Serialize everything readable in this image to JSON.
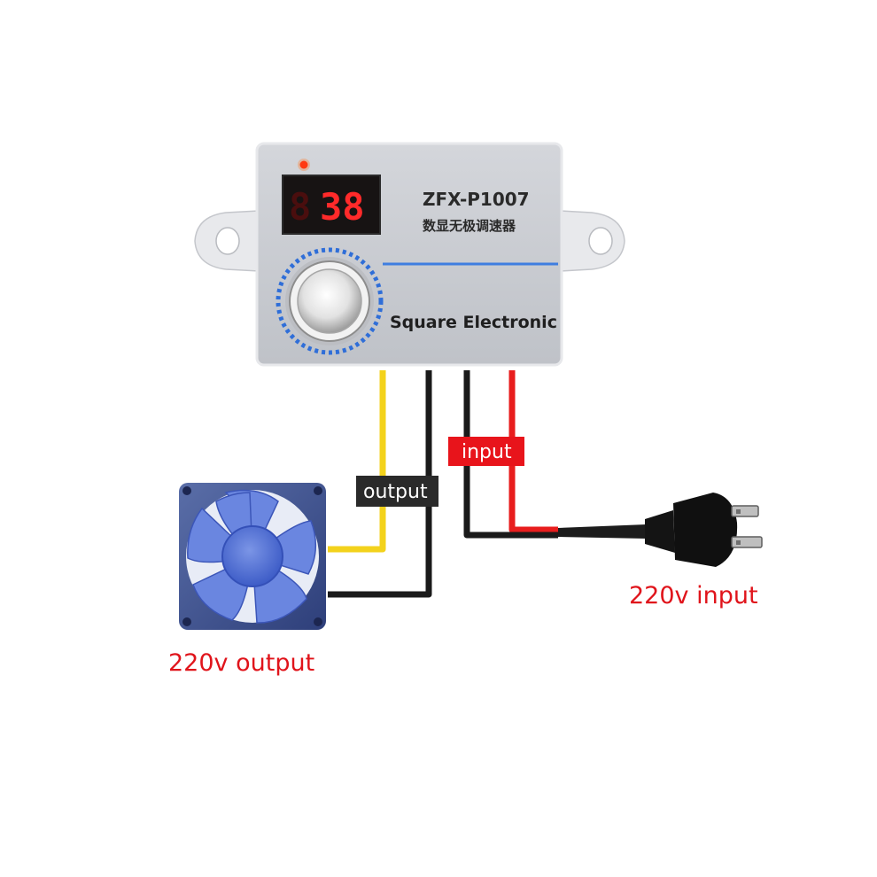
{
  "device": {
    "model": "ZFX-P1007",
    "subtitle_cn": "数显无极调速器",
    "brand": "Square Electronic",
    "display_value": "38",
    "display_unlit_digit": "8"
  },
  "labels": {
    "output_tag": "output",
    "input_tag": "input",
    "fan_caption": "220v output",
    "plug_caption": "220v input"
  },
  "colors": {
    "housing": "#c9ccd2",
    "display_red": "#ff2a2a",
    "knob_ring": "#2f6ed8",
    "wire_yellow": "#f3d21c",
    "wire_red": "#e81d1d",
    "wire_black": "#1a1a1a",
    "fan_blue": "#4f6fd0",
    "caption_red": "#e0141b"
  },
  "icons": {
    "fan": "fan-icon",
    "plug": "power-plug-icon",
    "knob": "rotary-knob-icon",
    "led": "indicator-led-icon"
  }
}
